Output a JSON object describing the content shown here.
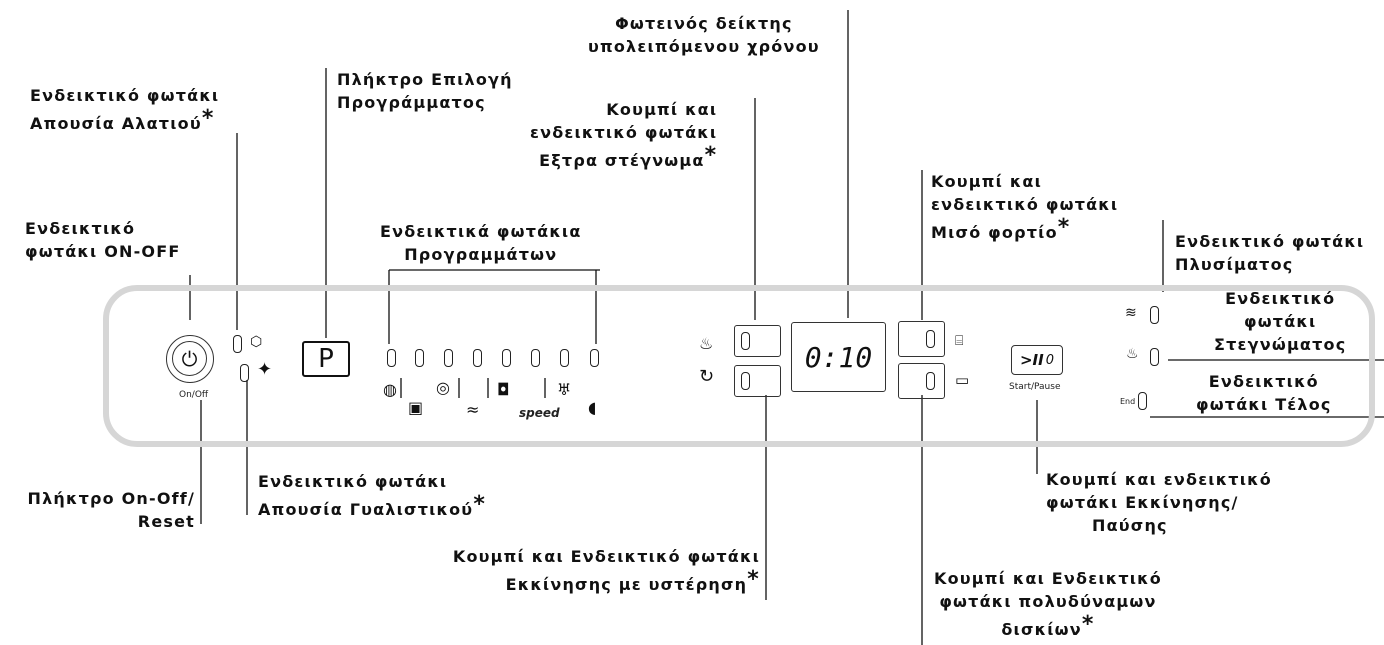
{
  "labels": {
    "remaining_time": [
      "Φωτεινός δείκτης",
      "υπολειπόμενου χρόνου"
    ],
    "salt": [
      "Ενδεικτικό φωτάκι",
      "Απουσία Αλατιού"
    ],
    "program_key": [
      "Πλήκτρο Επιλογή",
      "Προγράμματος"
    ],
    "extra_dry": [
      "Κουμπί και",
      "ενδεικτικό φωτάκι",
      "Εξτρα στέγνωμα"
    ],
    "half_load": [
      "Κουμπί και",
      "ενδεικτικό φωτάκι",
      "Μισό φορτίο"
    ],
    "on_off_led": [
      "Ενδεικτικό",
      "φωτάκι ON-OFF"
    ],
    "program_leds": [
      "Ενδεικτικά φωτάκια",
      "Προγραμμάτων"
    ],
    "wash_led": [
      "Ενδεικτικό φωτάκι",
      "Πλυσίματος"
    ],
    "dry_led": [
      "Ενδεικτικό",
      "φωτάκι",
      "Στεγνώματος"
    ],
    "end_led": [
      "Ενδεικτικό",
      "φωτάκι Τέλος"
    ],
    "onoff_key": [
      "Πλήκτρο On-Off/",
      "Reset"
    ],
    "rinse_aid": [
      "Ενδεικτικό φωτάκι",
      "Απουσία Γυαλιστικού"
    ],
    "start_pause": [
      "Κουμπί και ενδεικτικό",
      "φωτάκι Εκκίνησης/",
      "Παύσης"
    ],
    "delay": [
      "Κουμπί και Ενδεικτικό φωτάκι",
      "Εκκίνησης με υστέρηση"
    ],
    "multi_tab": [
      "Κουμπί και Ενδεικτικό",
      "φωτάκι πολυδύναμων",
      "δισκίων"
    ]
  },
  "asterisk": "*",
  "panel": {
    "onoff_caption": "On/Off",
    "program_key_label": "P",
    "display_value": "0:10",
    "start_caption": "Start/Pause",
    "start_symbol": ">II",
    "start_led": "0",
    "end_caption": "End",
    "speed_text": "speed",
    "button_led": "0"
  },
  "icons": [
    "power-icon",
    "salt-icon",
    "rinse-aid-icon",
    "eco-icon",
    "intensive-icon",
    "daily-icon",
    "glass-icon",
    "hygiene-icon",
    "baby-icon",
    "extra-dry-icon",
    "delay-icon",
    "half-load-icon",
    "tablet-icon",
    "wash-icon",
    "dry-icon"
  ]
}
